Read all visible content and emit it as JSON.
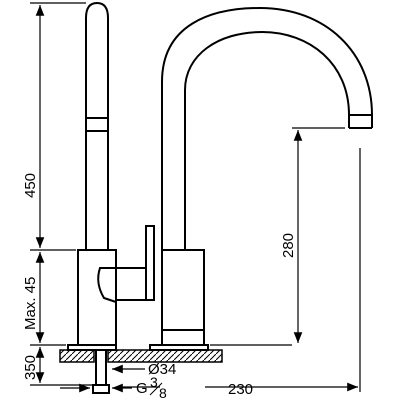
{
  "drawing": {
    "line_color": "#000000",
    "background": "#ffffff",
    "dimensions": {
      "total_height": "450",
      "max_height": "Max. 45",
      "base_height": "350",
      "spout_height": "280",
      "spout_reach": "230",
      "diameter": "Ø34",
      "thread_prefix": "G",
      "thread_num": "3",
      "thread_den": "8"
    }
  }
}
